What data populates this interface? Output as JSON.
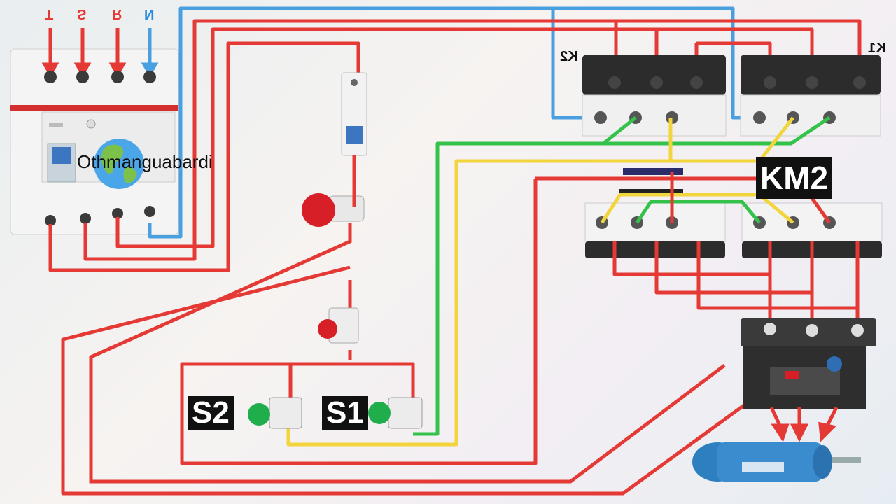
{
  "phases": [
    "T",
    "S",
    "R",
    "N"
  ],
  "contactor_labels": {
    "k2": "K2",
    "k1": "K1"
  },
  "km2_label": "KM2",
  "buttons": {
    "s2": "S2",
    "s1": "S1"
  },
  "watermark": "Othmanguabardi",
  "colors": {
    "phase_wire": "#e53935",
    "neutral_wire": "#4a9fe0",
    "green_wire": "#35c24b",
    "yellow_wire": "#f2d43c"
  }
}
